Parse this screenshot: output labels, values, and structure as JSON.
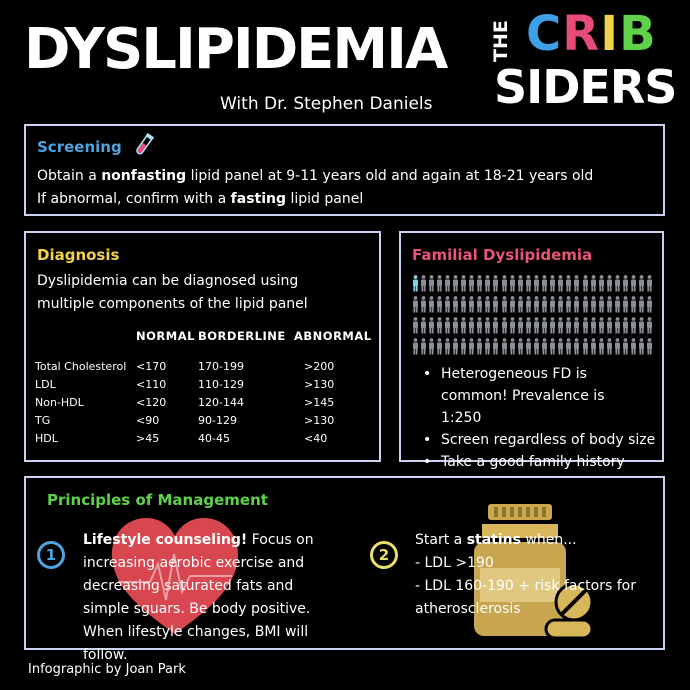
{
  "header": {
    "title": "DYSLIPIDEMIA",
    "subtitle": "With Dr. Stephen Daniels",
    "logo": {
      "the": "THE",
      "crib_letters": [
        "C",
        "R",
        "I",
        "B"
      ],
      "crib_colors": [
        "#3fa0e8",
        "#e84a7a",
        "#f2d24a",
        "#5fd24a"
      ],
      "siders": "SIDERS"
    }
  },
  "screening": {
    "title": "Screening",
    "icon": "test-tube-icon",
    "line1_pre": "Obtain a ",
    "line1_bold": "nonfasting",
    "line1_post": " lipid panel at 9-11 years old and again at 18-21 years old",
    "line2_pre": "If abnormal, confirm with a ",
    "line2_bold": "fasting",
    "line2_post": " lipid panel"
  },
  "diagnosis": {
    "title": "Diagnosis",
    "text": "Dyslipidemia can be diagnosed using multiple components of the lipid panel",
    "headers": [
      "",
      "NORMAL",
      "BORDERLINE",
      "ABNORMAL"
    ],
    "rows": [
      [
        "Total Cholesterol",
        "<170",
        "170-199",
        ">200"
      ],
      [
        "LDL",
        "<110",
        "110-129",
        ">130"
      ],
      [
        "Non-HDL",
        "<120",
        "120-144",
        ">145"
      ],
      [
        "TG",
        "<90",
        "90-129",
        ">130"
      ],
      [
        "HDL",
        ">45",
        "40-45",
        "<40"
      ]
    ]
  },
  "familial": {
    "title": "Familial Dyslipidemia",
    "icon": "people-grid-icon",
    "highlight_color": "#7fd6e8",
    "people_color": "#8a8e96",
    "bullets": [
      "Heterogeneous FD is common! Prevalence is 1:250",
      "Screen regardless of body size",
      "Take a good family history"
    ]
  },
  "management": {
    "title": "Principles of Management",
    "item1": {
      "number": "1",
      "bold": "Lifestyle counseling!",
      "text": " Focus on increasing aerobic exercise and decreasing saturated fats and simple sguars. Be body positive. When lifestyle changes, BMI will follow.",
      "icon": "heart-icon"
    },
    "item2": {
      "number": "2",
      "pre": "Start a ",
      "bold": "statins",
      "post": " when...",
      "lines": [
        "- LDL >190",
        "- LDL 160-190 + risk factors for atherosclerosis"
      ],
      "icon": "pill-bottle-icon"
    }
  },
  "credit": "Infographic by Joan Park"
}
